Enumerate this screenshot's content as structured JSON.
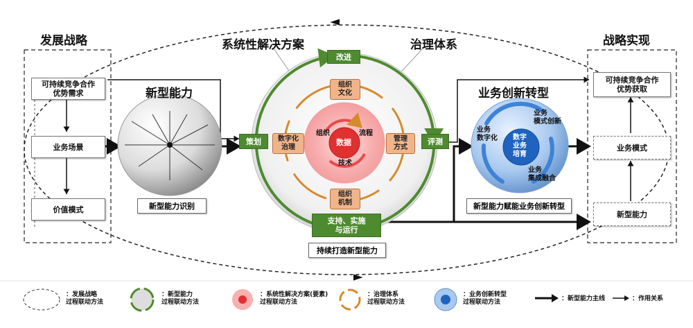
{
  "left_panel": {
    "title": "发展战略",
    "boxes": [
      "可持续竞争合作\n优势需求",
      "业务场景",
      "价值模式"
    ]
  },
  "right_panel": {
    "title": "战略实现",
    "boxes": [
      "可持续竞争合作\n优势获取",
      "业务模式",
      "新型能力"
    ]
  },
  "capability": {
    "title": "新型能力",
    "caption": "新型能力识别"
  },
  "center": {
    "solution_title": "系统性解决方案",
    "governance_title": "治理体系",
    "tags": {
      "improve": "改进",
      "plan": "策划",
      "evaluate": "评测",
      "support": "支持、实施\n与运行"
    },
    "governance_items": [
      "组织\n文化",
      "数字化\n治理",
      "管理\n方式",
      "组织\n机制"
    ],
    "elements": {
      "center": "数据",
      "org": "组织",
      "process": "流程",
      "tech": "技术"
    },
    "caption": "持续打造新型能力"
  },
  "business": {
    "title": "业务创新转型",
    "labels": [
      "业务\n数字化",
      "业务\n模式创新",
      "业务\n集成融合"
    ],
    "core": "数字\n业务\n培育",
    "caption": "新型能力赋能业务创新转型"
  },
  "legend": {
    "items": [
      {
        "icon": "dashed-ellipse-icon",
        "text": "：发展战略\n过程联动方法"
      },
      {
        "icon": "sphere-cycle-icon",
        "text": "：新型能力\n过程联动方法"
      },
      {
        "icon": "red-cycle-icon",
        "text": "：系统性解决方案(要素)\n过程联动方法"
      },
      {
        "icon": "yellow-cycle-icon",
        "text": "：治理体系\n过程联动方法"
      },
      {
        "icon": "blue-sphere-icon",
        "text": "：业务创新转型\n过程联动方法"
      },
      {
        "icon": "thick-arrow-icon",
        "text": "：新型能力主线"
      },
      {
        "icon": "thin-arrow-icon",
        "text": "：作用关系"
      }
    ]
  },
  "colors": {
    "green": "#4e8a2f",
    "orange": "#d68a2c",
    "red": "#e04a4a",
    "blue": "#2c6fc4"
  }
}
